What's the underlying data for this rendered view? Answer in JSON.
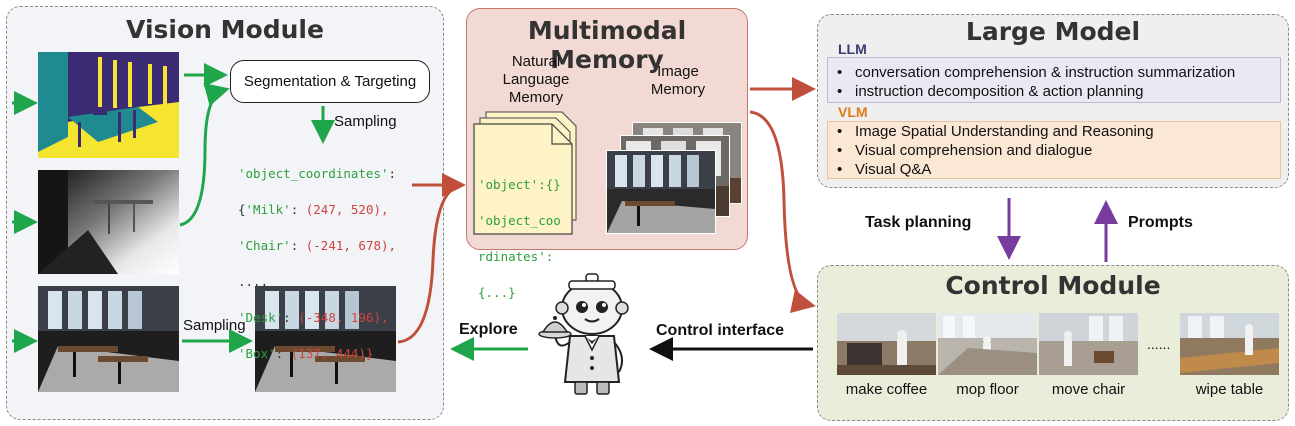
{
  "vision": {
    "title": "Vision Module",
    "segmentation_label": "Segmentation & Targeting",
    "sampling_label_1": "Sampling",
    "sampling_label_2": "Sampling",
    "code": {
      "line1_key": "'object_coordinates'",
      "line1_rest": ":",
      "items": [
        {
          "open": "{",
          "key": "'Milk'",
          "value": "(247, 520),"
        },
        {
          "open": "",
          "key": "'Chair'",
          "value": "(-241, 678),"
        },
        {
          "open": "",
          "key": "...,",
          "value": ""
        },
        {
          "open": "",
          "key": "'Desk'",
          "value": "(-348, 196),"
        },
        {
          "open": "",
          "key": "'Box'",
          "value": "(137, 444)}"
        }
      ]
    }
  },
  "memory": {
    "title": "Multimodal Memory",
    "nl_label": "Natural Language Memory",
    "img_label": "Image Memory",
    "doc_lines": [
      "'object':{}",
      "'object_coo",
      "rdinates':",
      "{...}"
    ]
  },
  "large_model": {
    "title": "Large Model",
    "llm_label": "LLM",
    "llm_items": [
      "conversation comprehension & instruction summarization",
      "instruction decomposition & action planning"
    ],
    "vlm_label": "VLM",
    "vlm_items": [
      "Image Spatial Understanding and Reasoning",
      "Visual comprehension and dialogue",
      "Visual Q&A"
    ]
  },
  "arrows": {
    "task_planning": "Task planning",
    "prompts": "Prompts",
    "control_interface": "Control interface",
    "explore": "Explore"
  },
  "control": {
    "title": "Control Module",
    "tasks": [
      "make coffee",
      "mop floor",
      "move chair",
      "wipe table"
    ],
    "ellipsis": "......"
  },
  "colors": {
    "green": "#1fa64a",
    "red": "#c0503c",
    "purple": "#7a3b9e",
    "memory_bg": "#f3d9d3",
    "control_bg": "#e9eedb",
    "vision_bg": "#f2f4f7",
    "large_bg": "#efefef"
  }
}
